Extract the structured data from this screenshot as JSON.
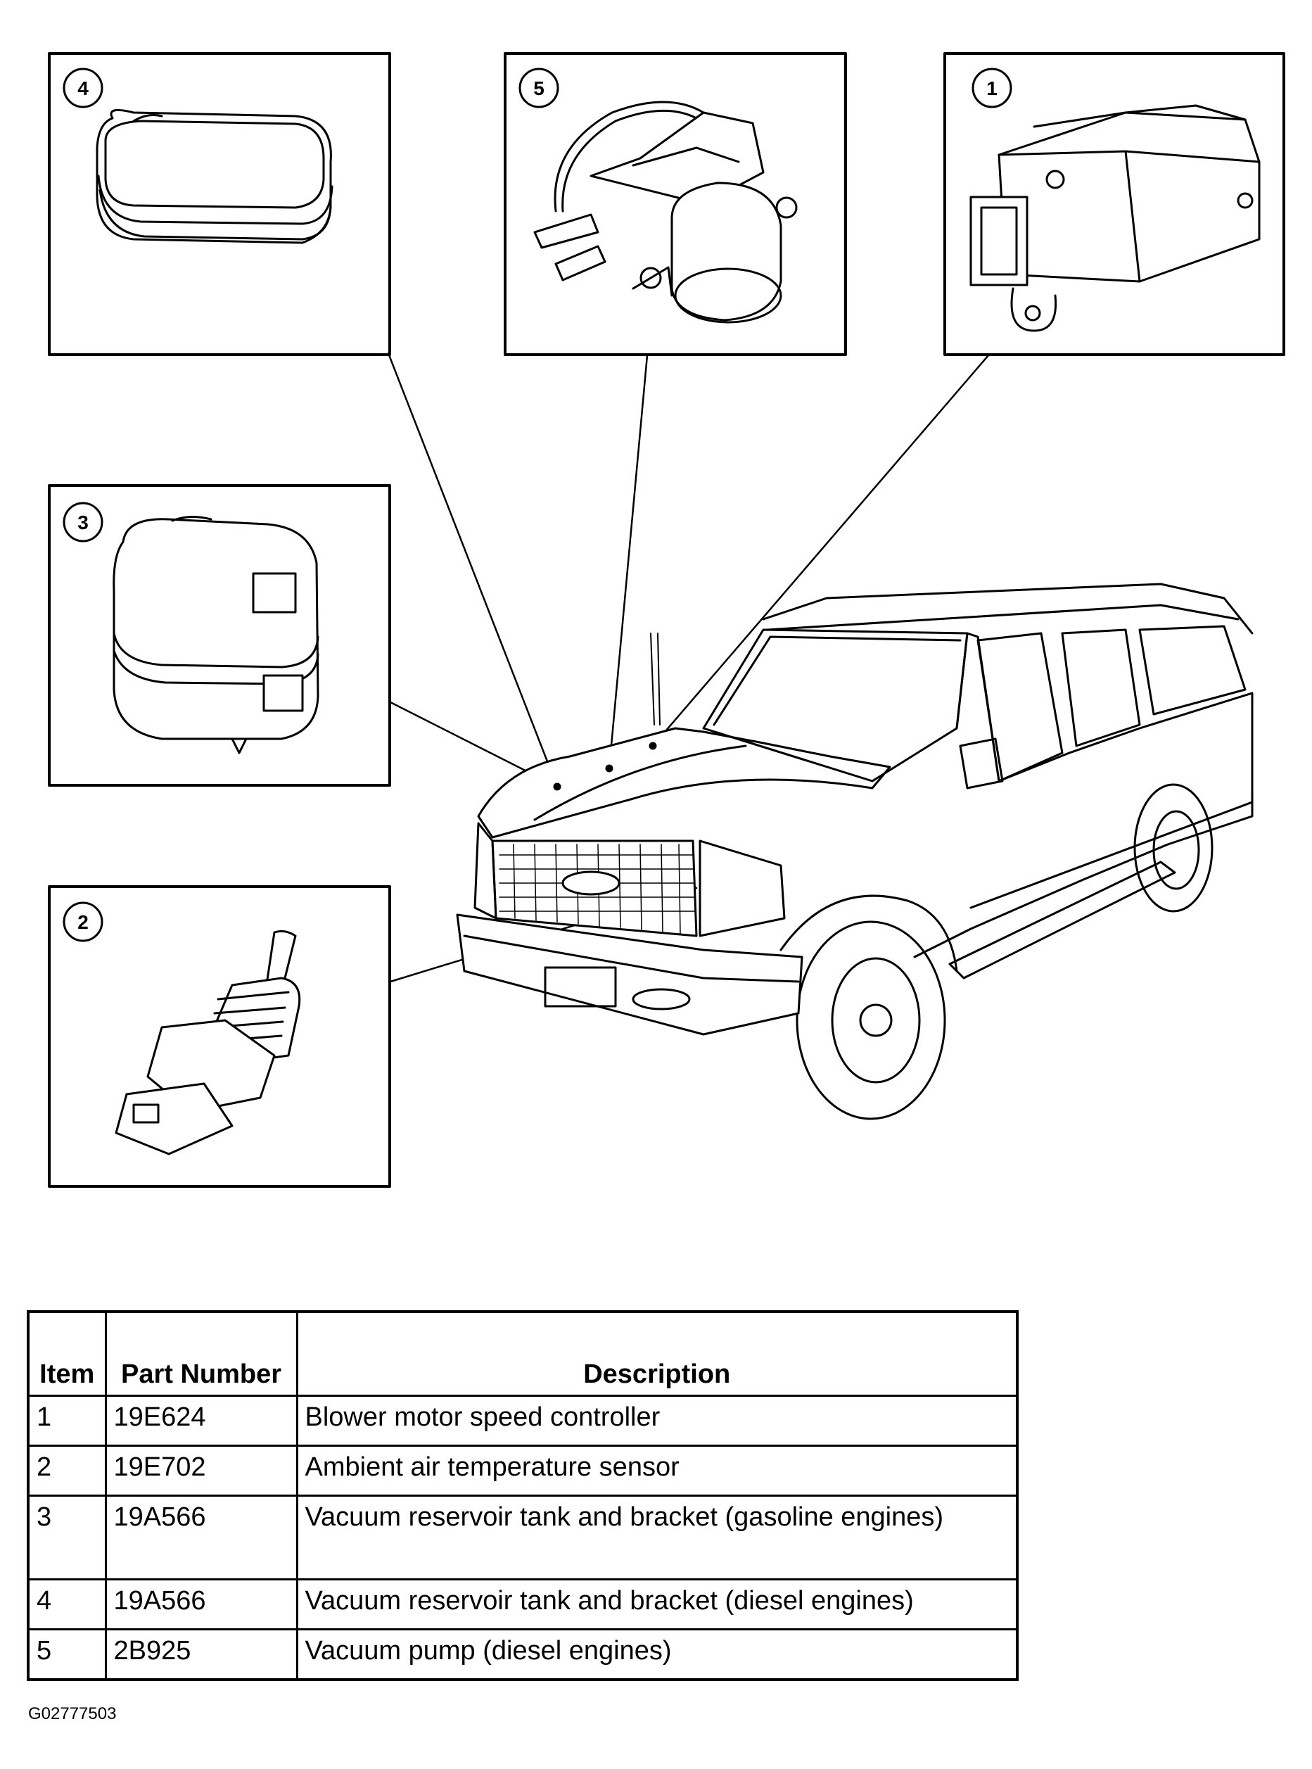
{
  "callouts": [
    {
      "number": "4",
      "part": "vacuum reservoir tank (diesel)"
    },
    {
      "number": "5",
      "part": "vacuum pump"
    },
    {
      "number": "1",
      "part": "blower motor speed controller"
    },
    {
      "number": "3",
      "part": "vacuum reservoir tank (gasoline)"
    },
    {
      "number": "2",
      "part": "ambient air temperature sensor"
    }
  ],
  "table": {
    "headers": {
      "item": "Item",
      "part_number": "Part Number",
      "description": "Description"
    },
    "rows": [
      {
        "item": "1",
        "part_number": "19E624",
        "description": "Blower motor speed controller"
      },
      {
        "item": "2",
        "part_number": "19E702",
        "description": "Ambient air temperature sensor"
      },
      {
        "item": "3",
        "part_number": "19A566",
        "description": "Vacuum reservoir tank and bracket (gasoline engines)"
      },
      {
        "item": "4",
        "part_number": "19A566",
        "description": "Vacuum reservoir tank and bracket (diesel engines)"
      },
      {
        "item": "5",
        "part_number": "2B925",
        "description": "Vacuum pump (diesel engines)"
      }
    ]
  },
  "figure_id": "G02777503"
}
